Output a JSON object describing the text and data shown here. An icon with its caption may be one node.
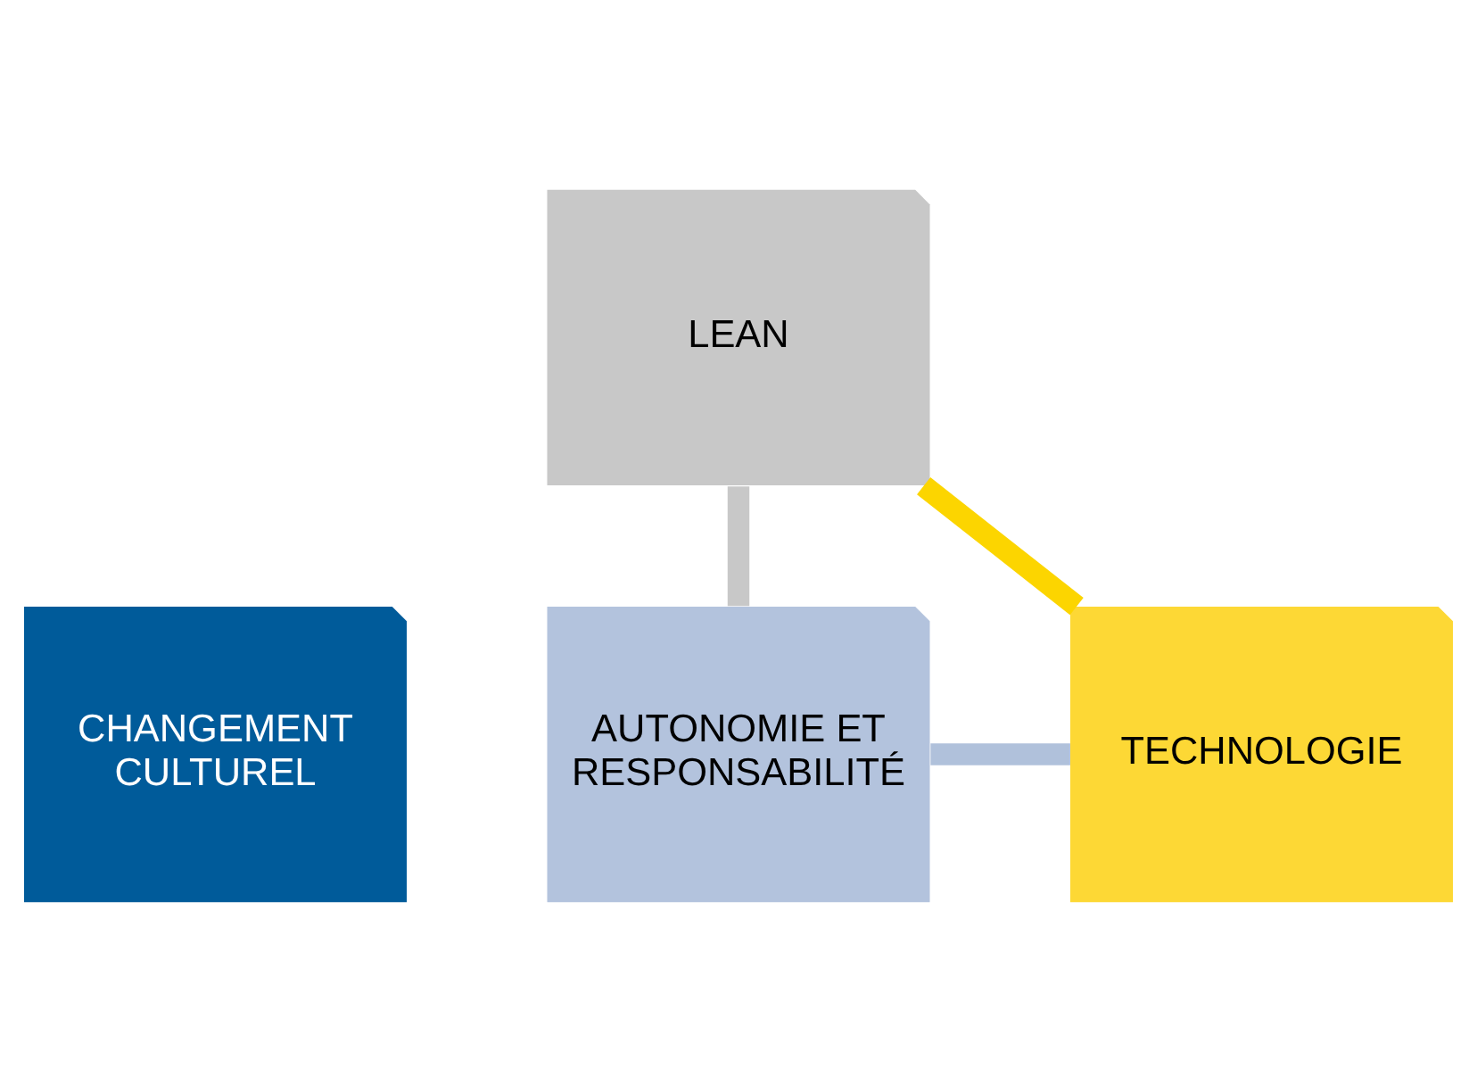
{
  "diagram": {
    "nodes": [
      {
        "text": [
          "LEAN"
        ]
      },
      {
        "text": [
          "CHANGEMENT CULTUREL"
        ]
      },
      {
        "text": [
          "TECHNOLOGIE"
        ]
      },
      {
        "text": [
          "AUTONOMIE ET RESPONSABILITÉ"
        ]
      }
    ],
    "edges": [
      {
        "from": 0,
        "to": 3,
        "arrow": "none",
        "color": "#c8c8c8"
      },
      {
        "from": 3,
        "to": 2,
        "arrow": "none",
        "color": "#b0c1db"
      },
      {
        "from": 2,
        "to": 0,
        "arrow": "none",
        "color": "#fcd500"
      }
    ]
  }
}
